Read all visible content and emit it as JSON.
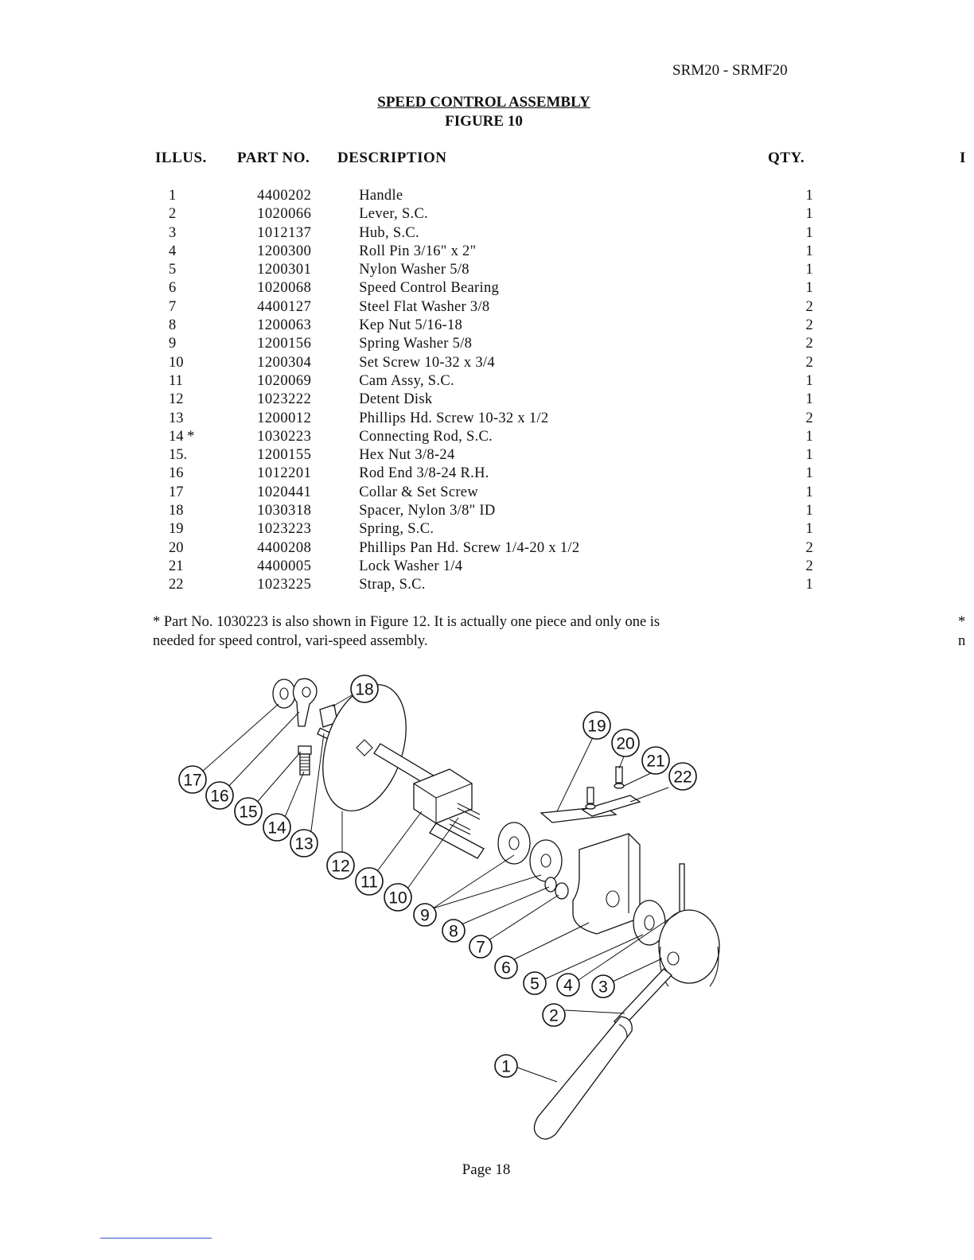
{
  "header": {
    "model": "SRM20 - SRMF20"
  },
  "title": "SPEED CONTROL ASSEMBLY",
  "figure_label": "FIGURE 10",
  "columns": {
    "illus": "ILLUS.",
    "part_no": "PART NO.",
    "description": "DESCRIPTION",
    "qty": "QTY."
  },
  "cut_off_right": {
    "heading_fragment": "I",
    "note_fragment_1": "*",
    "note_fragment_2": "n"
  },
  "parts": [
    {
      "illus": "1",
      "part_no": "4400202",
      "description": "Handle",
      "qty": "1"
    },
    {
      "illus": "2",
      "part_no": "1020066",
      "description": "Lever, S.C.",
      "qty": "1"
    },
    {
      "illus": "3",
      "part_no": "1012137",
      "description": "Hub, S.C.",
      "qty": "1"
    },
    {
      "illus": "4",
      "part_no": "1200300",
      "description": "Roll Pin 3/16\" x 2\"",
      "qty": "1"
    },
    {
      "illus": "5",
      "part_no": "1200301",
      "description": "Nylon Washer 5/8",
      "qty": "1"
    },
    {
      "illus": "6",
      "part_no": "1020068",
      "description": "Speed Control Bearing",
      "qty": "1"
    },
    {
      "illus": "7",
      "part_no": "4400127",
      "description": "Steel Flat Washer 3/8",
      "qty": "2"
    },
    {
      "illus": "8",
      "part_no": "1200063",
      "description": "Kep Nut 5/16-18",
      "qty": "2"
    },
    {
      "illus": "9",
      "part_no": "1200156",
      "description": "Spring Washer 5/8",
      "qty": "2"
    },
    {
      "illus": "10",
      "part_no": "1200304",
      "description": "Set Screw 10-32 x 3/4",
      "qty": "2"
    },
    {
      "illus": "11",
      "part_no": "1020069",
      "description": "Cam Assy, S.C.",
      "qty": "1"
    },
    {
      "illus": "12",
      "part_no": "1023222",
      "description": "Detent Disk",
      "qty": "1"
    },
    {
      "illus": "13",
      "part_no": "1200012",
      "description": "Phillips Hd. Screw 10-32 x 1/2",
      "qty": "2"
    },
    {
      "illus": "14 *",
      "part_no": "1030223",
      "description": "Connecting Rod, S.C.",
      "qty": "1"
    },
    {
      "illus": "15.",
      "part_no": "1200155",
      "description": "Hex Nut 3/8-24",
      "qty": "1"
    },
    {
      "illus": "16",
      "part_no": "1012201",
      "description": "Rod End 3/8-24 R.H.",
      "qty": "1"
    },
    {
      "illus": "17",
      "part_no": "1020441",
      "description": "Collar & Set Screw",
      "qty": "1"
    },
    {
      "illus": "18",
      "part_no": "1030318",
      "description": "Spacer, Nylon 3/8\" ID",
      "qty": "1"
    },
    {
      "illus": "19",
      "part_no": "1023223",
      "description": "Spring, S.C.",
      "qty": "1"
    },
    {
      "illus": "20",
      "part_no": "4400208",
      "description": "Phillips Pan Hd. Screw 1/4-20 x 1/2",
      "qty": "2"
    },
    {
      "illus": "21",
      "part_no": "4400005",
      "description": "Lock Washer 1/4",
      "qty": "2"
    },
    {
      "illus": "22",
      "part_no": "1023225",
      "description": "Strap, S.C.",
      "qty": "1"
    }
  ],
  "footnote_line1": "* Part No. 1030223 is also shown in Figure 12. It is actually one piece and only one is",
  "footnote_line2": "needed for speed control, vari-speed assembly.",
  "diagram_callouts": [
    "1",
    "2",
    "3",
    "4",
    "5",
    "6",
    "7",
    "8",
    "9",
    "10",
    "11",
    "12",
    "13",
    "14",
    "15",
    "16",
    "17",
    "18",
    "19",
    "20",
    "21",
    "22"
  ],
  "page_number": "Page 18"
}
